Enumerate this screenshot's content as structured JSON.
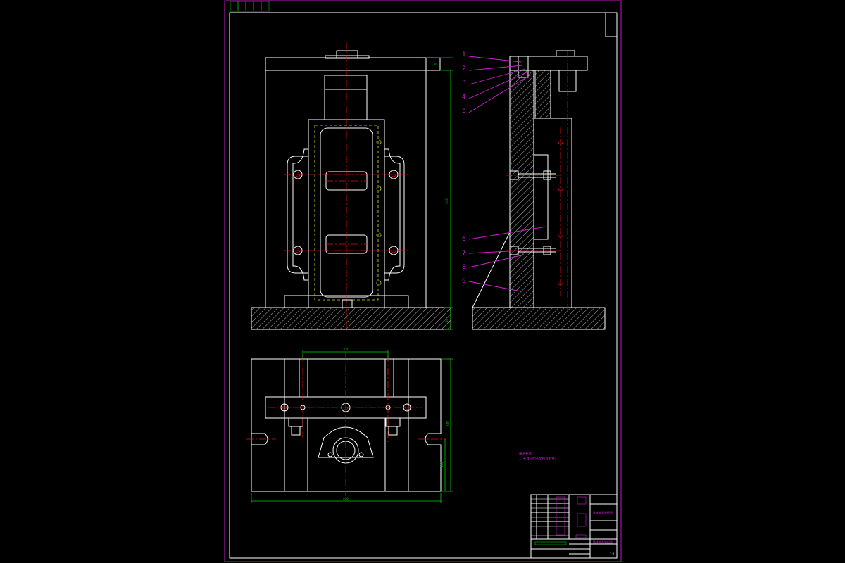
{
  "drawing": {
    "sheet_border_color": "#d020d0",
    "line_color": "#ffffff",
    "centerline_color": "#e01010",
    "hidden_line_color": "#e0e020",
    "dimension_color": "#00d000",
    "leader_color": "#d020d0",
    "background": "#000000"
  },
  "side_view": {
    "part_labels": [
      "1",
      "2",
      "3",
      "4",
      "5",
      "6",
      "7",
      "8",
      "9"
    ]
  },
  "front_view": {
    "dimensions": {
      "height_total": "345",
      "top_offset": "20",
      "base_height": "40"
    }
  },
  "plan_view": {
    "dimensions": {
      "top_width": "120",
      "overall_width": "400",
      "overall_depth": "280",
      "half_depth": "130"
    }
  },
  "notes": {
    "title": "技术要求：",
    "line1": "1. 夹具应配齐全所有附件。"
  },
  "title_block": {
    "drawing_name": "铣床夹具装配图",
    "school": "",
    "scale": "1:1"
  }
}
